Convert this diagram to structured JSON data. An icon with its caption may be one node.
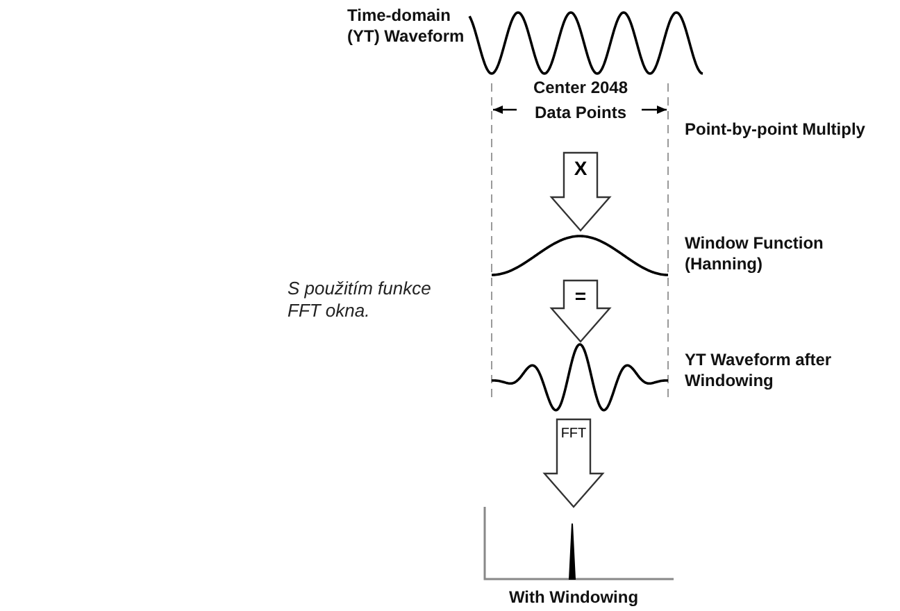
{
  "diagram": {
    "nodes": [
      {
        "text": [],
        "shape": "picture",
        "beside": [
          "Time-domain (YT) Waveform"
        ]
      },
      {
        "text": [],
        "shape": "picture",
        "beside": [
          "Window Function (Hanning)"
        ]
      },
      {
        "text": [],
        "shape": "picture",
        "beside": [
          "YT Waveform after Windowing"
        ]
      },
      {
        "text": [],
        "shape": "picture",
        "beside": [
          "With Windowing"
        ]
      }
    ],
    "edges": [
      {
        "from": null,
        "to": 1,
        "arrow": "to",
        "label": "X"
      },
      {
        "from": 1,
        "to": 2,
        "arrow": "to",
        "label": "="
      },
      {
        "from": 2,
        "to": 3,
        "arrow": "to",
        "label": "FFT"
      }
    ],
    "labels": [
      "Center 2048 Data Points",
      "Point-by-point Multiply",
      "S použitím funkce FFT okna."
    ]
  }
}
